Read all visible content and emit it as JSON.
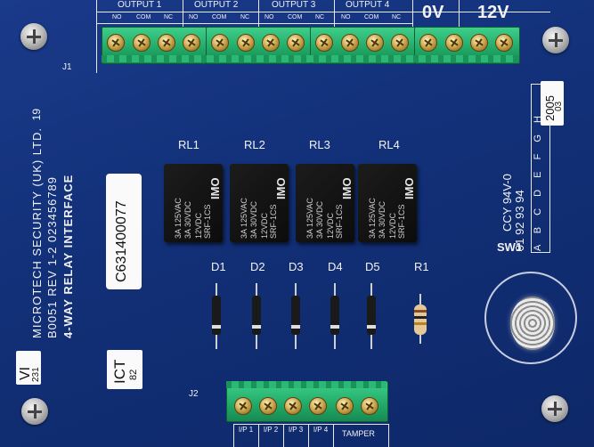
{
  "board": {
    "header_j1": "J1",
    "header_j2": "J2",
    "outputs": [
      "OUTPUT 1",
      "OUTPUT 2",
      "OUTPUT 3",
      "OUTPUT 4"
    ],
    "sub_labels": [
      "NO",
      "COM",
      "NC"
    ],
    "power_0v": "0V",
    "power_12v": "12V",
    "relay_labels": [
      "RL1",
      "RL2",
      "RL3",
      "RL4"
    ],
    "relay_brand": "IMO",
    "relay_model": "SRF-1CS",
    "relay_voltage": "12VDC",
    "relay_rating_1": "3A 125VAC",
    "relay_rating_2": "3A 30VDC",
    "diode_labels": [
      "D1",
      "D2",
      "D3",
      "D4",
      "D5"
    ],
    "resistor_label": "R1",
    "sw_label": "SW1",
    "company": "MICROTECH  SECURITY  (UK)  LTD.",
    "rev_line": "B0051   REV 1-2  023456789",
    "desc_line": "4-WAY   RELAY   INTERFACE",
    "num_19": "19",
    "sticker_serial": "C631400077",
    "sticker_vi_top": "VI",
    "sticker_vi_bottom": "231",
    "sticker_ict_top": "ICT",
    "sticker_ict_bottom": "82",
    "sticker_date_top": "2005",
    "sticker_date_bottom": "03",
    "ccy_text": "CCY 94V-0",
    "date_numbers": "91  92  93  94",
    "date_letters": "A B C D E F G H",
    "inputs": [
      "I/P 1",
      "I/P 2",
      "I/P 3",
      "I/P 4"
    ],
    "tamper": "TAMPER"
  }
}
